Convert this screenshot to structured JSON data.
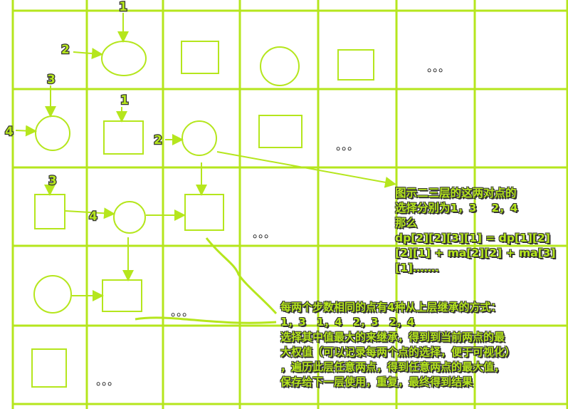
{
  "labels": {
    "top_1": "1",
    "top_2": "2",
    "row2_3": "3",
    "row2_4": "4",
    "row2_1": "1",
    "row2_2": "2",
    "row3_3": "3",
    "row3_4": "4"
  },
  "ellipsis": "。。。",
  "note1": {
    "lines": [
      "图示二三层的这两对点的",
      "选择分别为1，3　 2，4",
      "那么",
      "dp[2][2][3][1] = dp[1][2]",
      "[2][1] + ma[2][2] + ma[3]",
      "[1]……."
    ]
  },
  "note2": {
    "lines": [
      "每两个步数相同的点有4种从上层继承的方式：",
      "1，3　1，4　2，3　2，4",
      "选择其中值最大的来继承，得到到当前两点的最",
      "大权值（可以记录每两个点的选择，便于可视化）",
      "，遍历此层任意两点，得到任意两点的最大值，",
      "保存给下一层使用，重复，最终得到结果"
    ]
  },
  "colors": {
    "accent": "#b5e61d",
    "outline": "#333333"
  }
}
